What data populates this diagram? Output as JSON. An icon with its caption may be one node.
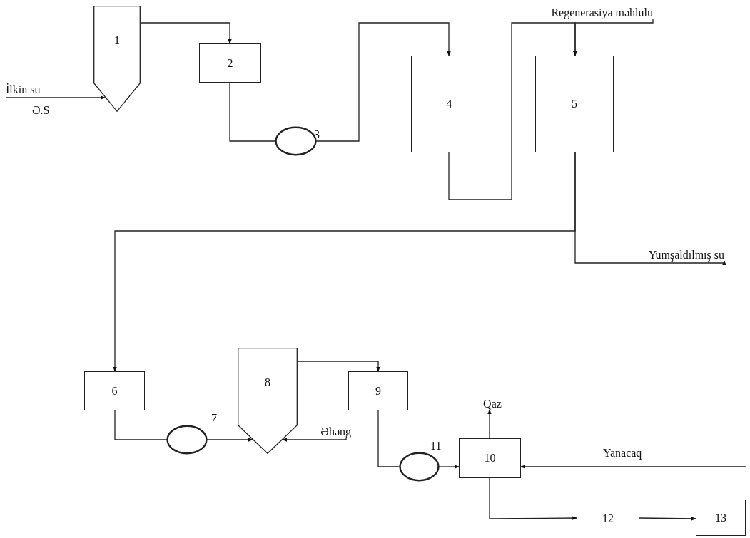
{
  "diagram": {
    "nodes": [
      {
        "text": [
          "1"
        ]
      },
      {
        "text": [
          "2"
        ]
      },
      {
        "text": [],
        "shape": "circle",
        "beside": [
          "3"
        ]
      },
      {
        "text": [
          "4"
        ]
      },
      {
        "text": [
          "5"
        ]
      },
      {
        "text": [
          "6"
        ]
      },
      {
        "text": [],
        "shape": "circle",
        "beside": [
          "7"
        ]
      },
      {
        "text": [
          "8"
        ]
      },
      {
        "text": [
          "9"
        ]
      },
      {
        "text": [],
        "shape": "circle",
        "beside": [
          "11"
        ]
      },
      {
        "text": [
          "10"
        ]
      },
      {
        "text": [
          "12"
        ]
      },
      {
        "text": [
          "13"
        ]
      },
      {
        "text": [
          "İlkin su",
          "Ə.S"
        ]
      },
      {
        "text": [
          "Regenerasiya məhlulu"
        ]
      },
      {
        "text": [
          "Yumşaldılmış su"
        ]
      },
      {
        "text": [
          "Əhəng"
        ]
      },
      {
        "text": [
          "Qaz"
        ]
      }
    ],
    "edges": [
      {
        "from": 0,
        "to": 1,
        "arrow": "to"
      },
      {
        "from": 1,
        "to": 2,
        "arrow": "none"
      },
      {
        "from": 2,
        "to": 3,
        "arrow": "to"
      },
      {
        "from": 3,
        "to": 4,
        "arrow": "to"
      },
      {
        "from": 14,
        "to": 4,
        "arrow": "to"
      },
      {
        "from": 4,
        "to": 5,
        "arrow": "to"
      },
      {
        "from": 4,
        "to": 15,
        "arrow": "to"
      },
      {
        "from": 13,
        "to": 0,
        "arrow": "to"
      },
      {
        "from": 5,
        "to": 6,
        "arrow": "none"
      },
      {
        "from": 6,
        "to": 7,
        "arrow": "to"
      },
      {
        "from": 16,
        "to": 7,
        "arrow": "to"
      },
      {
        "from": 7,
        "to": 8,
        "arrow": "to"
      },
      {
        "from": 8,
        "to": 9,
        "arrow": "none"
      },
      {
        "from": 9,
        "to": 10,
        "arrow": "to"
      },
      {
        "from": 10,
        "to": 17,
        "arrow": "to"
      },
      {
        "from": null,
        "to": 10,
        "arrow": "to",
        "label": "Yanacaq"
      },
      {
        "from": 10,
        "to": 11,
        "arrow": "to"
      },
      {
        "from": 11,
        "to": 12,
        "arrow": "to"
      }
    ]
  }
}
